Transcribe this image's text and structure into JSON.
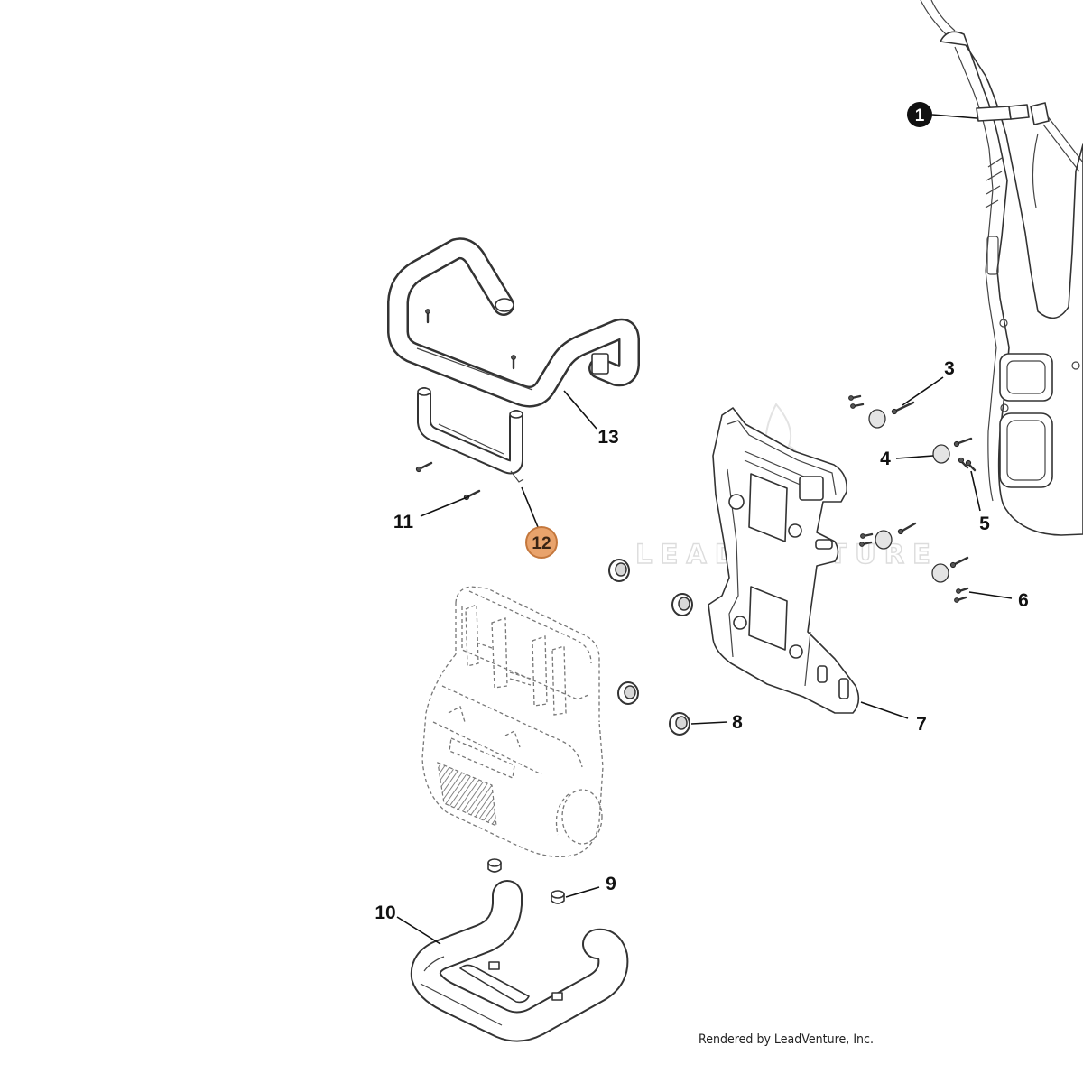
{
  "diagram": {
    "callouts": {
      "c1": "1",
      "c3": "3",
      "c4": "4",
      "c5": "5",
      "c6": "6",
      "c7": "7",
      "c8": "8",
      "c9": "9",
      "c10": "10",
      "c11": "11",
      "c12": "12",
      "c13": "13"
    },
    "marker_colors": {
      "highlight_fill": "#e9a36c",
      "highlight_border": "#c4773c",
      "highlight_text": "#3a2414",
      "primary_fill": "#111111",
      "primary_text": "#ffffff"
    }
  },
  "watermark": "LEADVENTURE",
  "footer": "Rendered by LeadVenture, Inc."
}
